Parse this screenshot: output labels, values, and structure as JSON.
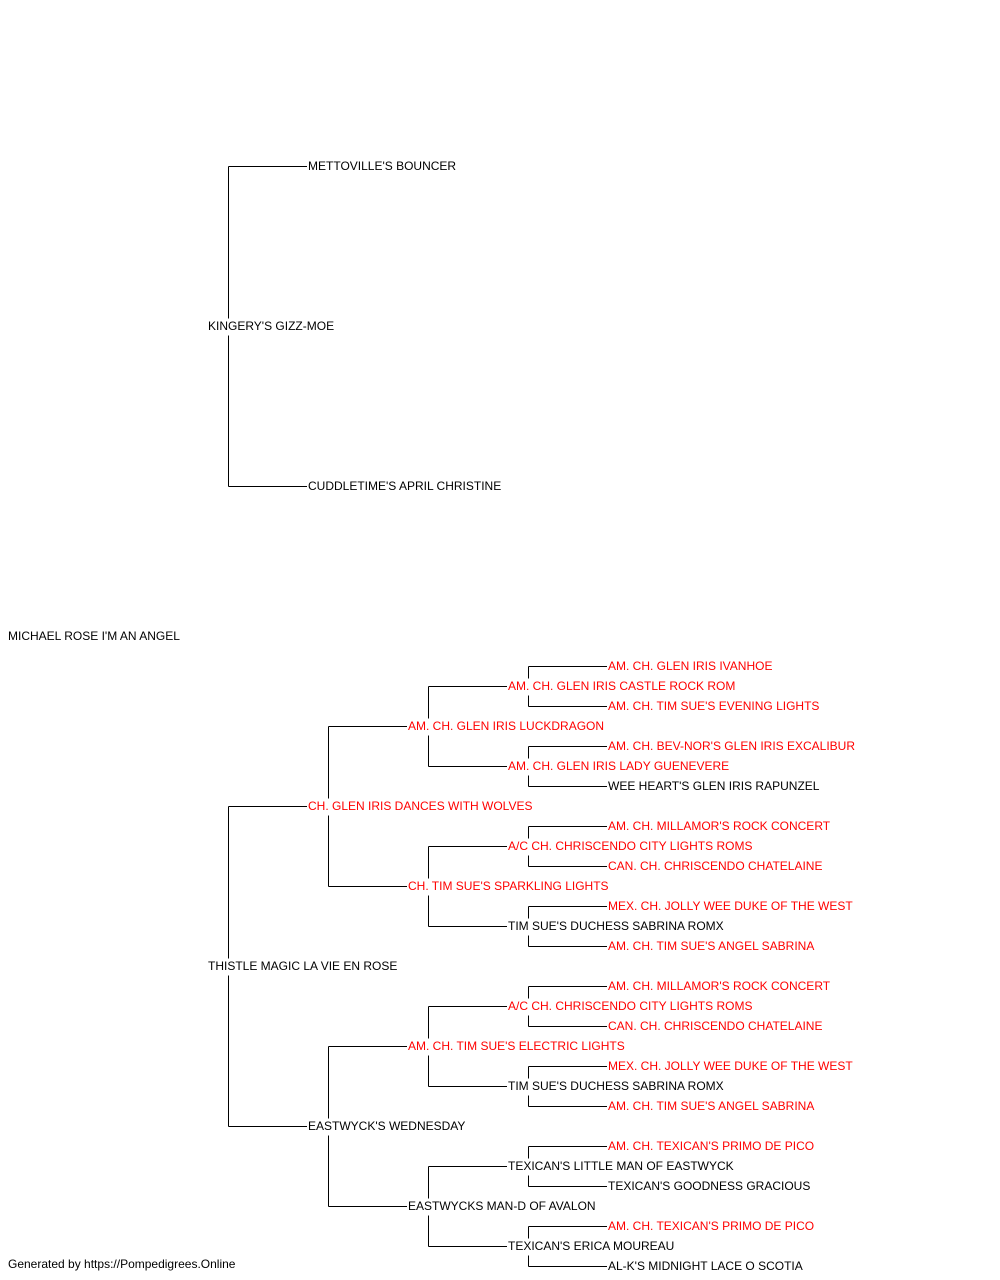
{
  "colors": {
    "champion": "#ff0000",
    "normal": "#000000",
    "line": "#000000"
  },
  "dog": "MICHAEL ROSE I'M AN ANGEL",
  "sire": {
    "name": "KINGERY'S GIZZ-MOE",
    "sire": {
      "name": "METTOVILLE'S BOUNCER"
    },
    "dam": {
      "name": "CUDDLETIME'S APRIL CHRISTINE"
    }
  },
  "dam": {
    "name": "THISTLE MAGIC LA VIE EN ROSE",
    "sire": {
      "name": "CH. GLEN IRIS DANCES WITH WOLVES",
      "sire": {
        "name": "AM. CH. GLEN IRIS LUCKDRAGON",
        "sire": {
          "name": "AM. CH. GLEN IRIS CASTLE ROCK ROM",
          "sire": {
            "name": "AM. CH. GLEN IRIS IVANHOE"
          },
          "dam": {
            "name": "AM. CH. TIM SUE'S EVENING LIGHTS"
          }
        },
        "dam": {
          "name": "AM. CH. GLEN IRIS LADY GUENEVERE",
          "sire": {
            "name": "AM. CH. BEV-NOR'S GLEN IRIS EXCALIBUR"
          },
          "dam": {
            "name": "WEE HEART'S GLEN IRIS RAPUNZEL"
          }
        }
      },
      "dam": {
        "name": "CH. TIM SUE'S SPARKLING LIGHTS",
        "sire": {
          "name": "A/C CH. CHRISCENDO CITY LIGHTS ROMS",
          "sire": {
            "name": "AM. CH. MILLAMOR'S ROCK CONCERT"
          },
          "dam": {
            "name": "CAN. CH. CHRISCENDO CHATELAINE"
          }
        },
        "dam": {
          "name": "TIM SUE'S DUCHESS SABRINA ROMX",
          "sire": {
            "name": "MEX. CH. JOLLY WEE DUKE OF THE WEST"
          },
          "dam": {
            "name": "AM. CH. TIM SUE'S ANGEL SABRINA"
          }
        }
      }
    },
    "dam": {
      "name": "EASTWYCK'S WEDNESDAY",
      "sire": {
        "name": "AM. CH. TIM SUE'S ELECTRIC LIGHTS",
        "sire": {
          "name": "A/C CH. CHRISCENDO CITY LIGHTS ROMS",
          "sire": {
            "name": "AM. CH. MILLAMOR'S ROCK CONCERT"
          },
          "dam": {
            "name": "CAN. CH. CHRISCENDO CHATELAINE"
          }
        },
        "dam": {
          "name": "TIM SUE'S DUCHESS SABRINA ROMX",
          "sire": {
            "name": "MEX. CH. JOLLY WEE DUKE OF THE WEST"
          },
          "dam": {
            "name": "AM. CH. TIM SUE'S ANGEL SABRINA"
          }
        }
      },
      "dam": {
        "name": "EASTWYCKS MAN-D OF AVALON",
        "sire": {
          "name": "TEXICAN'S LITTLE MAN OF EASTWYCK",
          "sire": {
            "name": "AM. CH. TEXICAN'S PRIMO DE PICO"
          },
          "dam": {
            "name": "TEXICAN'S GOODNESS GRACIOUS"
          }
        },
        "dam": {
          "name": "TEXICAN'S ERICA MOUREAU",
          "sire": {
            "name": "AM. CH. TEXICAN'S PRIMO DE PICO"
          },
          "dam": {
            "name": "AL-K'S MIDNIGHT LACE O SCOTIA"
          }
        }
      }
    }
  },
  "footer": "Generated by https://Pompedigrees.Online"
}
